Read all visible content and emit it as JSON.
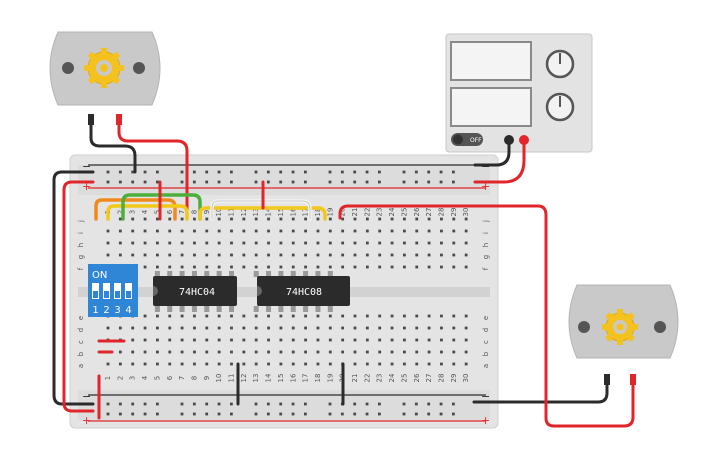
{
  "chips": [
    {
      "label": "74HC04"
    },
    {
      "label": "74HC08"
    }
  ],
  "dip_switch": {
    "on_label": "ON",
    "switch_numbers": [
      "1",
      "2",
      "3",
      "4"
    ]
  },
  "power_supply": {
    "off_label": "OFF"
  },
  "breadboard": {
    "column_numbers": [
      "1",
      "2",
      "3",
      "4",
      "5",
      "6",
      "7",
      "8",
      "9",
      "10",
      "11",
      "12",
      "13",
      "14",
      "15",
      "16",
      "17",
      "18",
      "19",
      "20",
      "21",
      "22",
      "23",
      "24",
      "25",
      "26",
      "27",
      "28",
      "29",
      "30"
    ],
    "rows_top": [
      "j",
      "i",
      "h",
      "g",
      "f"
    ],
    "rows_bottom": [
      "e",
      "d",
      "c",
      "b",
      "a"
    ],
    "rail_plus": "+",
    "rail_minus": "−"
  },
  "colors": {
    "wire_red": "#e0262b",
    "wire_black": "#2b2b2b",
    "wire_orange": "#f08a1c",
    "wire_yellow": "#f2c81a",
    "wire_green": "#4caf3d",
    "wire_white": "#f4f4f4",
    "switch_blue": "#2f86d6",
    "chip_body": "#2b2b2b",
    "motor_body": "#c9c9c9",
    "gear": "#f4c21f",
    "board": "#e6e6e6"
  },
  "icons": {
    "motor": "dc-motor-icon",
    "gear": "gear-icon"
  }
}
